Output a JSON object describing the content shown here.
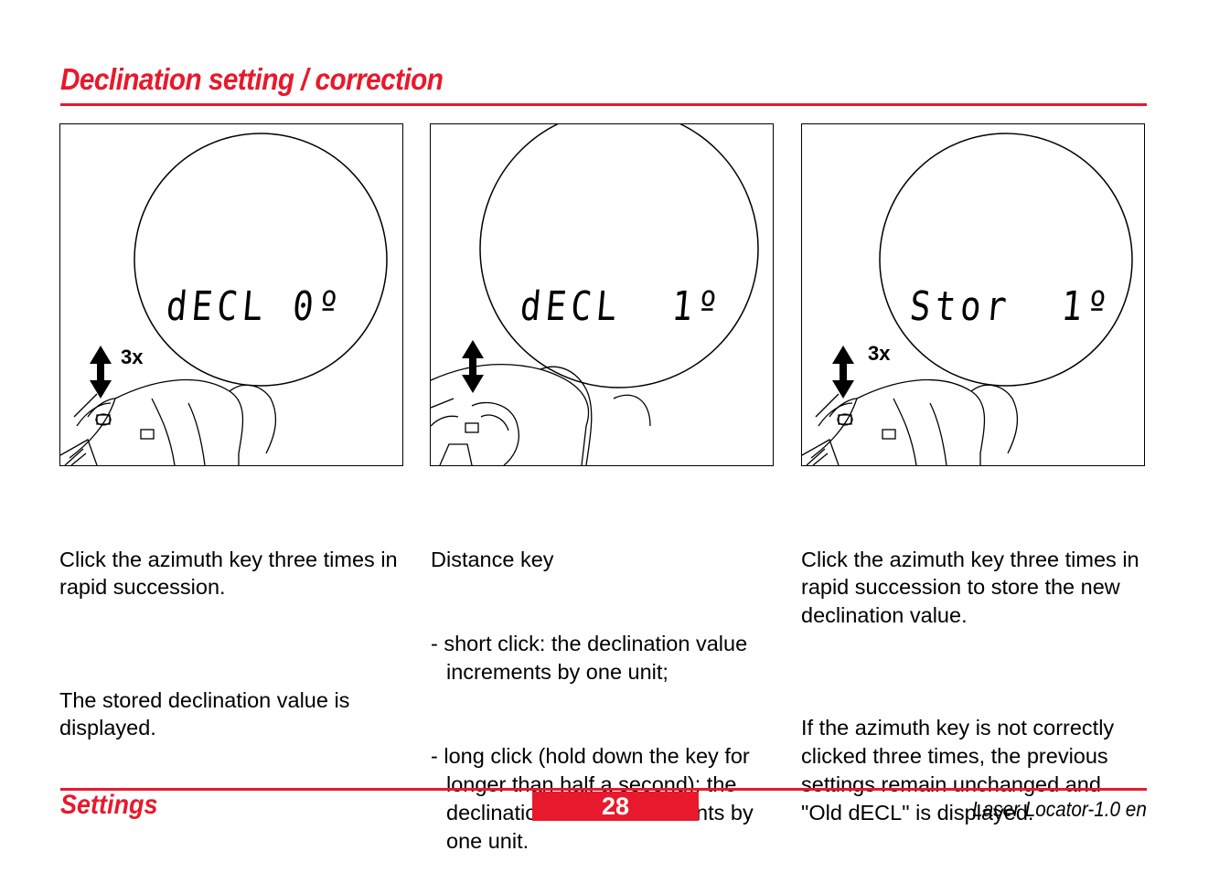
{
  "header": {
    "title": "Declination setting / correction"
  },
  "panels": [
    {
      "display": "dECL 0º",
      "count_label": "3x"
    },
    {
      "display": "dECL  1º"
    },
    {
      "display": "Stor  1º",
      "count_label": "3x"
    }
  ],
  "columns": [
    {
      "paragraphs": [
        "Click the azimuth key three times in rapid succession.",
        "The stored declination value is displayed."
      ]
    },
    {
      "heading": "Distance key",
      "bullets": [
        "- short click: the declination value increments by one unit;",
        "- long click (hold down the key for longer than half a second): the declination value decrements by one unit."
      ]
    },
    {
      "paragraphs": [
        "Click the azimuth key three times in rapid succession to store the new declination value.",
        "If the azimuth key is not correctly clicked three times, the previous settings remain unchanged and \"Old dECL\" is displayed."
      ]
    }
  ],
  "footer": {
    "section": "Settings",
    "page_number": "28",
    "product": "Laser Locator-1.0 en"
  },
  "colors": {
    "accent": "#e8192c"
  }
}
